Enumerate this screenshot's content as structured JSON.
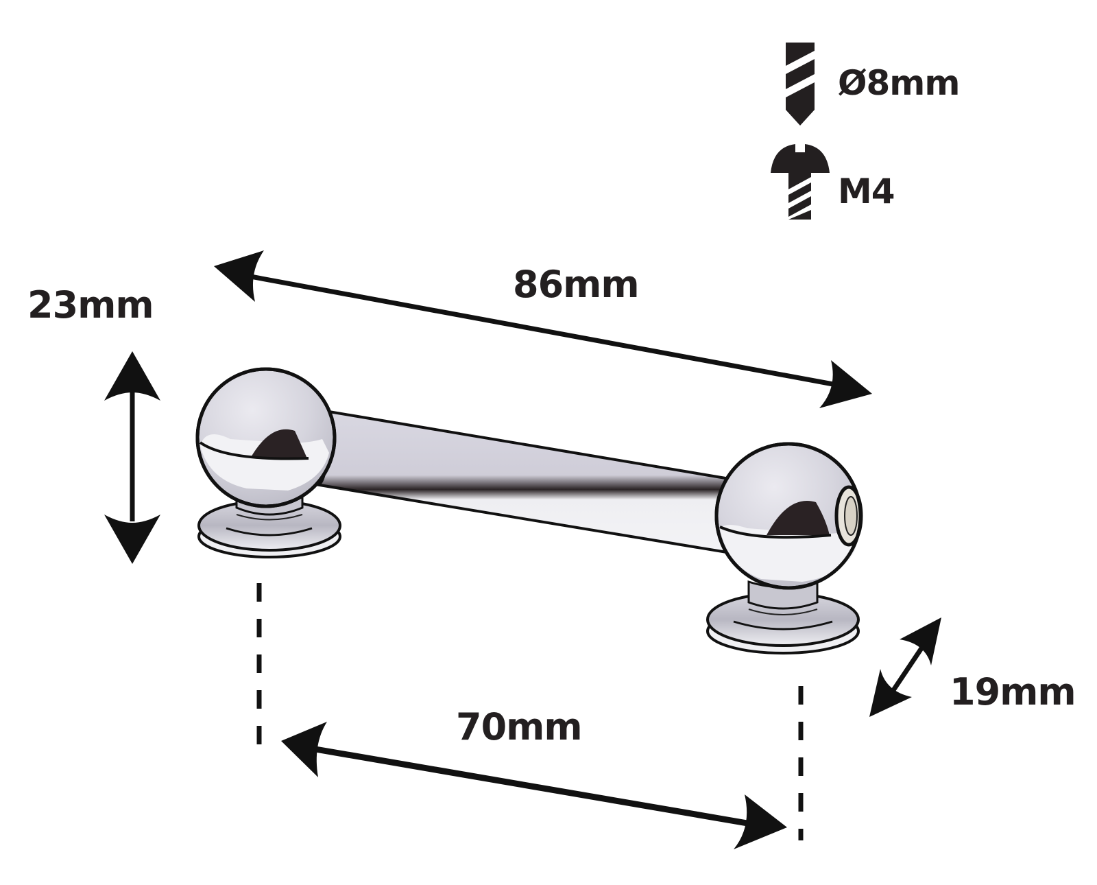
{
  "diagram": {
    "title": "Cabinet handle dimension drawing",
    "specs": {
      "drill": {
        "icon": "drill-bit-icon",
        "label": "Ø8mm"
      },
      "screw": {
        "icon": "screw-icon",
        "label": "M4"
      }
    },
    "dimensions": {
      "overall_length": {
        "label": "86mm",
        "value_mm": 86
      },
      "height": {
        "label": "23mm",
        "value_mm": 23
      },
      "hole_spacing": {
        "label": "70mm",
        "value_mm": 70
      },
      "base_diameter": {
        "label": "19mm",
        "value_mm": 19
      }
    },
    "colors": {
      "ink": "#231f20",
      "chrome_light": "#e9e8ee",
      "chrome_mid": "#c9c8d2",
      "chrome_dark": "#3a3133",
      "background": "#ffffff"
    }
  }
}
